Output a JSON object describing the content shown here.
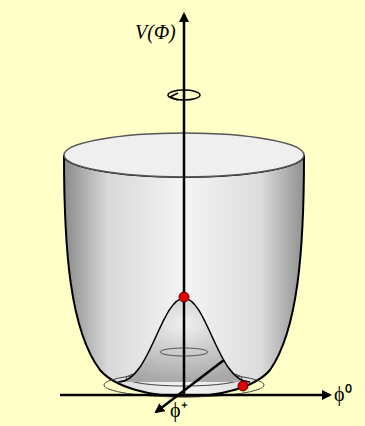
{
  "diagram": {
    "labels": [
      "V(Φ)",
      "ϕ⁰",
      "ϕ⁺"
    ]
  }
}
